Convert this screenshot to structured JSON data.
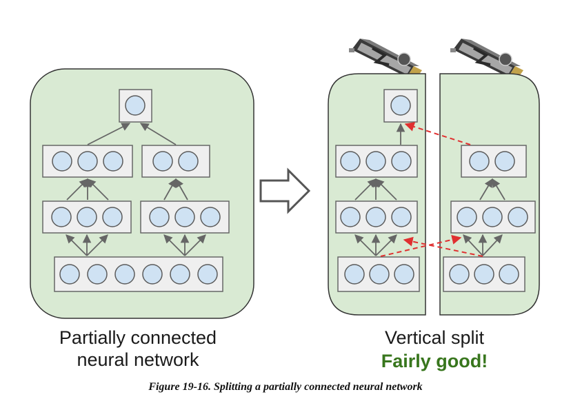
{
  "left_panel": {
    "caption_line1": "Partially connected",
    "caption_line2": "neural network"
  },
  "right_panel": {
    "caption": "Vertical split",
    "verdict": "Fairly good!",
    "gpu_count": 2
  },
  "arrow_icon": "hollow-right-arrow-icon",
  "gpu_icon": "graphics-card-icon",
  "figure_caption": "Figure 19-16. Splitting a partially connected neural network",
  "colors": {
    "panel_fill": "#d9ead3",
    "panel_stroke": "#333333",
    "layer_fill": "#efefef",
    "layer_stroke": "#666666",
    "neuron_fill": "#cfe2f3",
    "neuron_stroke": "#5b5b5b",
    "arrow": "#666666",
    "cross_device_arrow": "#e03030",
    "verdict": "#38761d"
  }
}
